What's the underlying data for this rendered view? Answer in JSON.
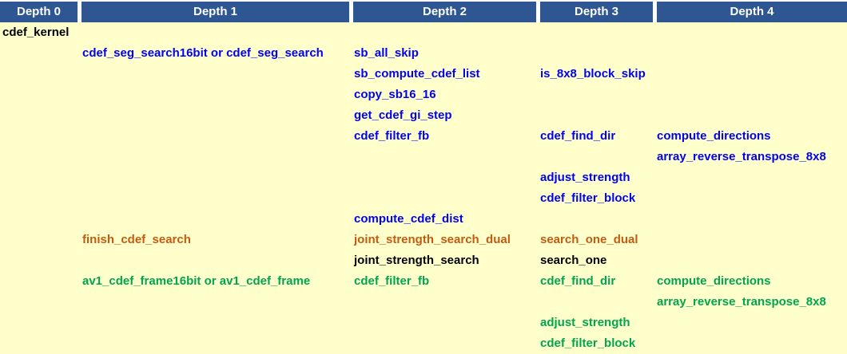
{
  "palette": {
    "header_bg": "#2E5693",
    "header_text": "#FFFFFF",
    "content_bg": "#FFFFCC",
    "page_bg": "#FFFFFF",
    "blue": "#0202F2",
    "orange": "#C55A11",
    "green": "#00A550",
    "black": "#000000"
  },
  "table": {
    "columns": [
      {
        "label": "Depth 0"
      },
      {
        "label": "Depth 1"
      },
      {
        "label": "Depth 2"
      },
      {
        "label": "Depth 3"
      },
      {
        "label": "Depth 4"
      }
    ],
    "rows": [
      {
        "cells": [
          {
            "depth": 0,
            "text": "cdef_kernel",
            "color": "black"
          }
        ]
      },
      {
        "cells": [
          {
            "depth": 1,
            "text": "cdef_seg_search16bit or cdef_seg_search",
            "color": "blue"
          },
          {
            "depth": 2,
            "text": "sb_all_skip",
            "color": "blue"
          }
        ]
      },
      {
        "cells": [
          {
            "depth": 2,
            "text": "sb_compute_cdef_list",
            "color": "blue"
          },
          {
            "depth": 3,
            "text": "is_8x8_block_skip",
            "color": "blue"
          }
        ]
      },
      {
        "cells": [
          {
            "depth": 2,
            "text": "copy_sb16_16",
            "color": "blue"
          }
        ]
      },
      {
        "cells": [
          {
            "depth": 2,
            "text": "get_cdef_gi_step",
            "color": "blue"
          }
        ]
      },
      {
        "cells": [
          {
            "depth": 2,
            "text": "cdef_filter_fb",
            "color": "blue"
          },
          {
            "depth": 3,
            "text": "cdef_find_dir",
            "color": "blue"
          },
          {
            "depth": 4,
            "text": "compute_directions",
            "color": "blue"
          }
        ]
      },
      {
        "cells": [
          {
            "depth": 4,
            "text": "array_reverse_transpose_8x8",
            "color": "blue"
          }
        ]
      },
      {
        "cells": [
          {
            "depth": 3,
            "text": "adjust_strength",
            "color": "blue"
          }
        ]
      },
      {
        "cells": [
          {
            "depth": 3,
            "text": "cdef_filter_block",
            "color": "blue"
          }
        ]
      },
      {
        "cells": [
          {
            "depth": 2,
            "text": "compute_cdef_dist",
            "color": "blue"
          }
        ]
      },
      {
        "cells": [
          {
            "depth": 1,
            "text": "finish_cdef_search",
            "color": "orange"
          },
          {
            "depth": 2,
            "text": "joint_strength_search_dual",
            "color": "orange"
          },
          {
            "depth": 3,
            "text": "search_one_dual",
            "color": "orange"
          }
        ]
      },
      {
        "cells": [
          {
            "depth": 2,
            "text": "joint_strength_search",
            "color": "black"
          },
          {
            "depth": 3,
            "text": "search_one",
            "color": "black"
          }
        ]
      },
      {
        "cells": [
          {
            "depth": 1,
            "text": "av1_cdef_frame16bit or av1_cdef_frame",
            "color": "green"
          },
          {
            "depth": 2,
            "text": "cdef_filter_fb",
            "color": "green"
          },
          {
            "depth": 3,
            "text": "cdef_find_dir",
            "color": "green"
          },
          {
            "depth": 4,
            "text": "compute_directions",
            "color": "green"
          }
        ]
      },
      {
        "cells": [
          {
            "depth": 4,
            "text": "array_reverse_transpose_8x8",
            "color": "green"
          }
        ]
      },
      {
        "cells": [
          {
            "depth": 3,
            "text": "adjust_strength",
            "color": "green"
          }
        ]
      },
      {
        "cells": [
          {
            "depth": 3,
            "text": "cdef_filter_block",
            "color": "green"
          }
        ]
      }
    ]
  }
}
